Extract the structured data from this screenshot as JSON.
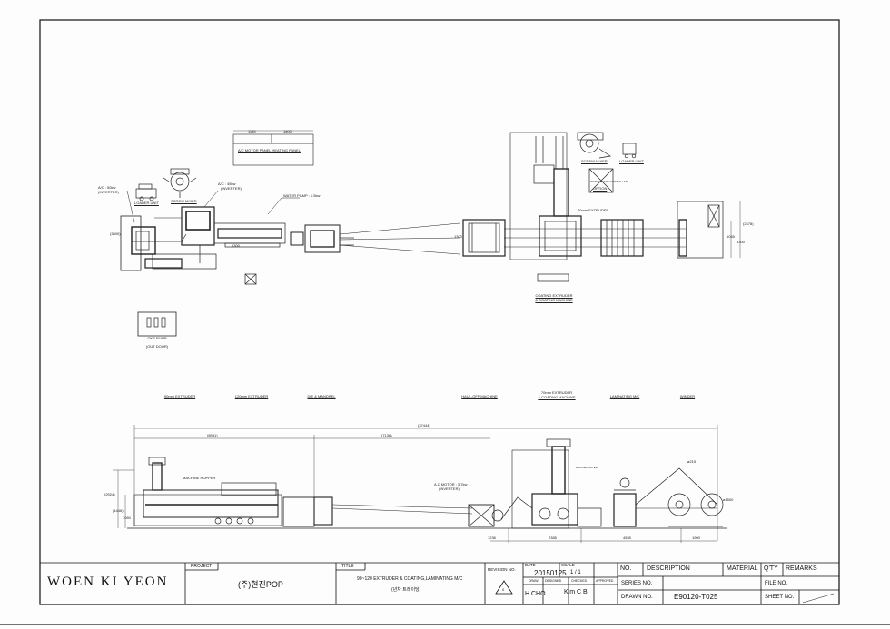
{
  "labels": {
    "ac_motor_panel": "A/C MOTOR PANEL HEATING PANEL",
    "loader_unit_left": "LOADER UNIT",
    "screw_mixer_left": "SCREW MIXER",
    "ac_50kw": "A/C : 50kw",
    "inverter_1": "(INVERTER)",
    "ac_45kw": "A/C : 45kw",
    "inverter_2": "(INVERTER)",
    "water_pump": "WATER PUMP : 1.5kw",
    "screw_mixer_right": "SCREW MIXER",
    "loader_unit_right": "LOADER UNIT",
    "water_temp": "WATER TEMP CONTROLLER",
    "option": "OPTION",
    "extruder_70": "70mm EXTRUDER",
    "coating_extruder": "COATING EXTRUDER",
    "coating_machine": "& COATING MACHINE",
    "gks_pump": "GKS PUMP",
    "out_door": "(OUT DOOR)",
    "ext_90": "90mm EXTRUDER",
    "ext_120": "120mm EXTRUDER",
    "die_mandrel": "DIE & MANDREL",
    "haul_off": "HAUL-OFF MACHINE",
    "ext70_a": "70mm EXTRUDER",
    "ext70_b": "& COATING MACHINE",
    "laminating": "LAMINATING M/C",
    "winder": "WINDER",
    "machine_hopper": "MACHINE HOPPER",
    "ac_motor_37": "A.C MOTOR : 3.7kw",
    "inverter_3": "(INVERTER)",
    "hopper_dryer": "HOPPER DRYER"
  },
  "dims": {
    "d1185": "1185",
    "d1800": "1800",
    "d3800": "(3800)",
    "d1300a": "1300",
    "d1300b": "1300",
    "d2478": "(2478)",
    "d1045": "1045",
    "d1300c": "1300",
    "d37444": "(37444)",
    "d8931": "(8931)",
    "d7136": "(7136)",
    "d2924": "(2924)",
    "d1446": "(1446)",
    "d1060": "1060",
    "d1236": "1236",
    "d2385": "2385",
    "d4555": "4555",
    "d1900": "1900",
    "d2215": "ø215",
    "d1500": "ø1500"
  },
  "title_block": {
    "company": "WOEN KI YEON",
    "project_label": "PROJECT",
    "project": "(주)현진POP",
    "title_label": "TITLE",
    "title": "90~120 EXTRUDER & COATING,LAMINATING M/C",
    "subtitle": "(년차 트레이딩)",
    "revision_label": "REVISION NO.",
    "revision_mark": "0",
    "date_label": "DATE",
    "date": "20150125",
    "scale_label": "SCALE",
    "scale": "1 / 1",
    "draw_label": "DRAW",
    "designed_label": "DESIGNED",
    "checked_label": "CHECKED",
    "approved_label": "APPROVED",
    "draw": "H CHO",
    "checked": "Kim C B",
    "no_label": "NO.",
    "description_label": "DESCRIPTION",
    "material_label": "MATERIAL",
    "qty_label": "Q'TY",
    "remarks_label": "REMARKS",
    "series_label": "SERIES NO.",
    "file_label": "FILE NO.",
    "drawn_no_label": "DRAWN NO.",
    "drawn_no": "E90120-T025",
    "sheet_label": "SHEET NO."
  }
}
